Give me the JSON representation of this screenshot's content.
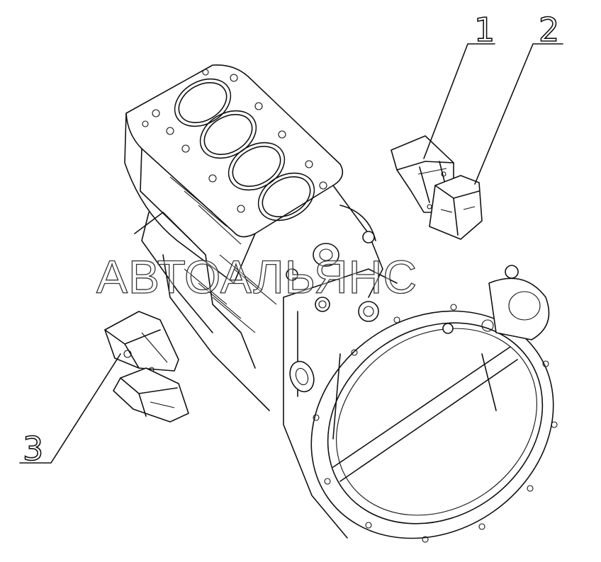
{
  "diagram": {
    "callouts": [
      {
        "label": "1"
      },
      {
        "label": "2"
      },
      {
        "label": "3"
      }
    ],
    "watermark": "АВТОАЛЬЯНС"
  }
}
